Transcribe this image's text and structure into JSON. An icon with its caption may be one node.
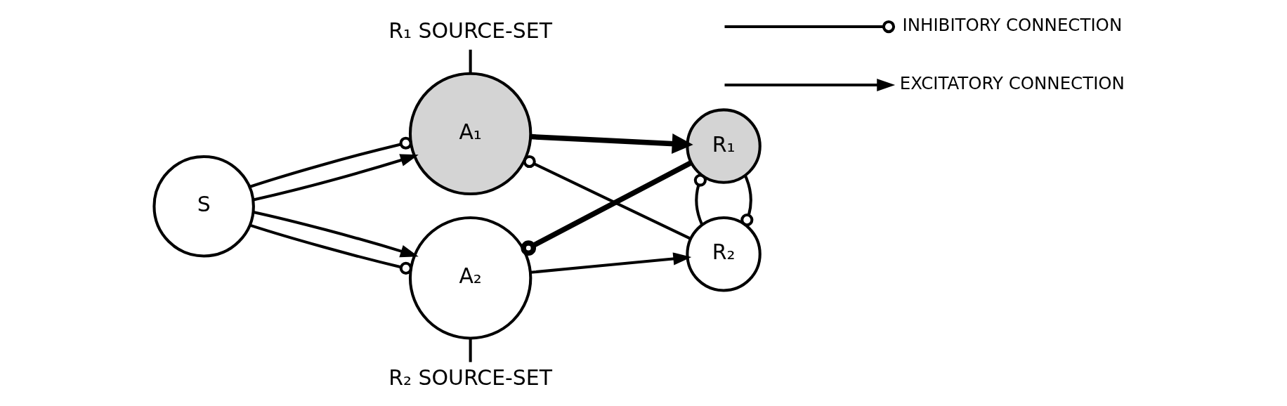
{
  "diagram": {
    "nodes": [
      {
        "text": [
          "S"
        ]
      },
      {
        "text": [
          "A₁"
        ]
      },
      {
        "text": [
          "A₂"
        ]
      },
      {
        "text": [
          "R₁"
        ]
      },
      {
        "text": [
          "R₂"
        ]
      },
      {
        "text": [
          "R₁ SOURCE-SET"
        ]
      },
      {
        "text": [
          "R₂ SOURCE-SET"
        ]
      }
    ],
    "edges": [
      {
        "from": 0,
        "to": 1,
        "arrow": "to"
      },
      {
        "from": 0,
        "to": 1,
        "arrow": "other"
      },
      {
        "from": 0,
        "to": 2,
        "arrow": "other"
      },
      {
        "from": 0,
        "to": 2,
        "arrow": "to"
      },
      {
        "from": 1,
        "to": 3,
        "arrow": "to",
        "style": "thick"
      },
      {
        "from": 4,
        "to": 1,
        "arrow": "other"
      },
      {
        "from": 3,
        "to": 2,
        "arrow": "other",
        "style": "thick"
      },
      {
        "from": 2,
        "to": 4,
        "arrow": "to"
      },
      {
        "from": 3,
        "to": 4,
        "arrow": "other"
      },
      {
        "from": 4,
        "to": 3,
        "arrow": "other"
      },
      {
        "from": 5,
        "to": 1,
        "arrow": "none"
      },
      {
        "from": 6,
        "to": 2,
        "arrow": "none"
      }
    ],
    "legend": [
      {
        "text": "INHIBITORY CONNECTION"
      },
      {
        "text": "EXCITATORY CONNECTION"
      }
    ]
  }
}
